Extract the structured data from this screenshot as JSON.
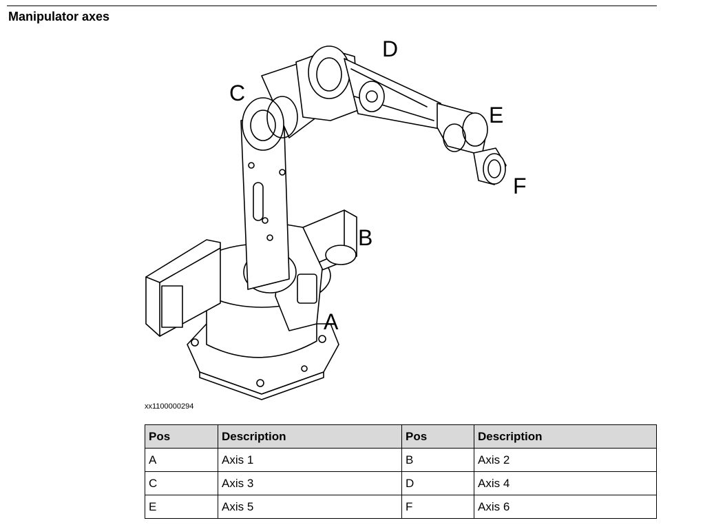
{
  "section": {
    "title": "Manipulator axes"
  },
  "figure": {
    "id": "xx1100000294",
    "labels": {
      "a": "A",
      "b": "B",
      "c": "C",
      "d": "D",
      "e": "E",
      "f": "F"
    }
  },
  "table": {
    "headers": [
      "Pos",
      "Description",
      "Pos",
      "Description"
    ],
    "rows": [
      [
        "A",
        "Axis 1",
        "B",
        "Axis 2"
      ],
      [
        "C",
        "Axis 3",
        "D",
        "Axis 4"
      ],
      [
        "E",
        "Axis 5",
        "F",
        "Axis 6"
      ]
    ]
  }
}
